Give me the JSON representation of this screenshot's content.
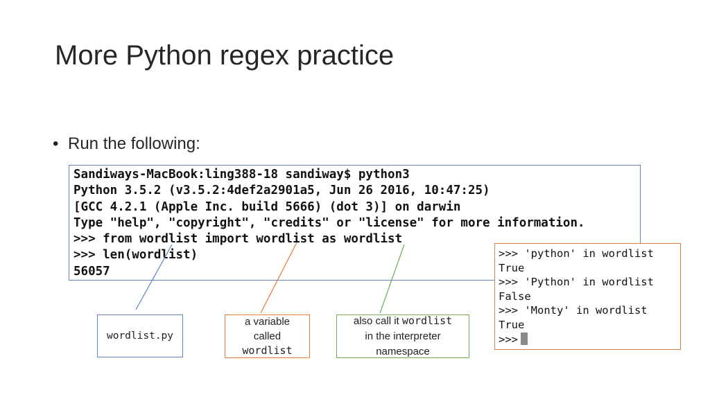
{
  "slide": {
    "title": "More Python regex practice",
    "bullet": "Run the following:"
  },
  "terminal_main": {
    "lines": [
      "Sandiways-MacBook:ling388-18 sandiway$ python3",
      "Python 3.5.2 (v3.5.2:4def2a2901a5, Jun 26 2016, 10:47:25)",
      "[GCC 4.2.1 (Apple Inc. build 5666) (dot 3)] on darwin",
      "Type \"help\", \"copyright\", \"credits\" or \"license\" for more information.",
      ">>> from wordlist import wordlist as wordlist",
      ">>> len(wordlist)",
      "56057"
    ]
  },
  "terminal_side": {
    "lines": [
      ">>> 'python' in wordlist",
      "True",
      ">>> 'Python' in wordlist",
      "False",
      ">>> 'Monty' in wordlist",
      "True"
    ],
    "prompt": ">>>"
  },
  "callouts": {
    "blue": {
      "text": "wordlist.py",
      "color": "#5b7fc7"
    },
    "orange": {
      "line1": "a variable",
      "line2": "called",
      "code": "wordlist",
      "color": "#e07b39"
    },
    "green": {
      "prefix": "also call it ",
      "code": "wordlist",
      "line2": "in the interpreter",
      "line3": "namespace",
      "color": "#6cae4b"
    }
  }
}
